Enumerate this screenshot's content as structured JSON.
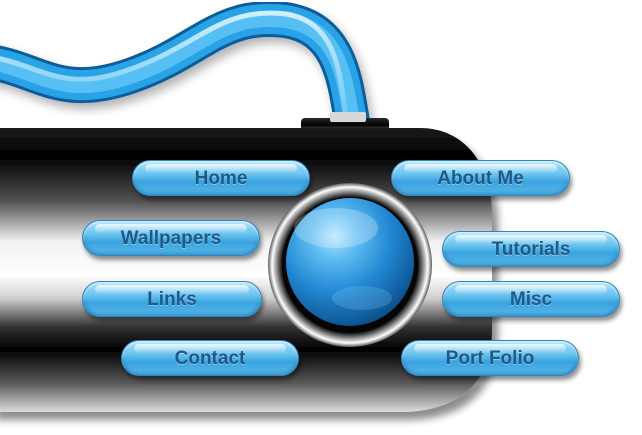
{
  "nav": {
    "home": "Home",
    "about": "About Me",
    "wallpapers": "Wallpapers",
    "tutorials": "Tutorials",
    "links": "Links",
    "misc": "Misc",
    "contact": "Contact",
    "portfolio": "Port Folio"
  },
  "icons": {
    "center_orb": "blue-orb-icon",
    "cable": "blue-cable-icon"
  },
  "colors": {
    "button_blue": "#57b9ea",
    "button_text": "#1f5a86",
    "orb_blue": "#2b93d8",
    "chrome_dark": "#0a0a0a",
    "background": "#ffffff"
  }
}
